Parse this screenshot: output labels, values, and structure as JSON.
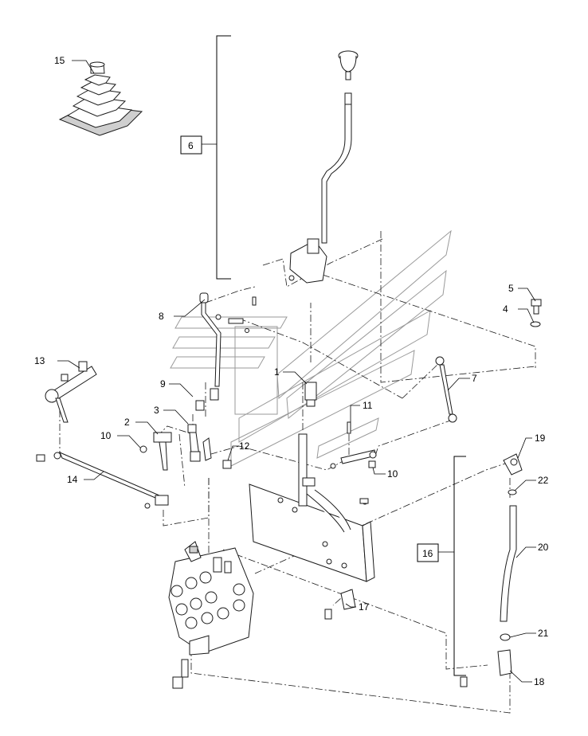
{
  "callouts": {
    "c1": "1",
    "c2": "2",
    "c3": "3",
    "c4": "4",
    "c5": "5",
    "c6": "6",
    "c7": "7",
    "c8": "8",
    "c9": "9",
    "c10a": "10",
    "c10b": "10",
    "c11": "11",
    "c12": "12",
    "c13": "13",
    "c14": "14",
    "c15": "15",
    "c16": "16",
    "c17": "17",
    "c18": "18",
    "c19": "19",
    "c20": "20",
    "c21": "21",
    "c22": "22"
  }
}
